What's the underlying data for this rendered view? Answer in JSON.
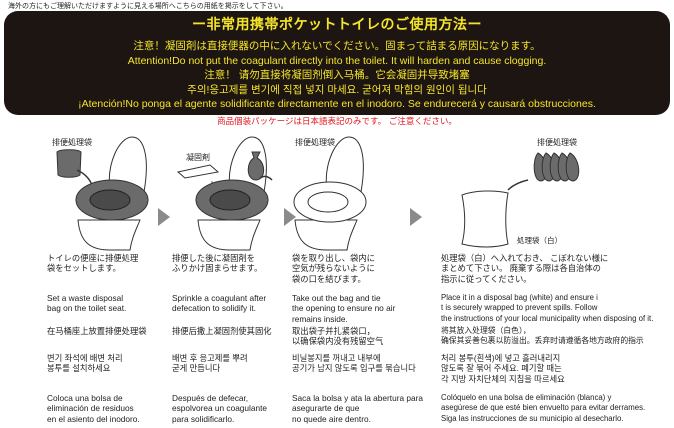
{
  "top_note": "海外の方にもご理解いただけますように見える場所へこちらの用紙を掲示をして下さい。",
  "banner": {
    "title": "ー非常用携帯ポケットトイレのご使用方法ー",
    "warnings": [
      "注意！凝固剤は直接便器の中に入れないでください。固まって詰まる原因になります。",
      "Attention!Do not put the coagulant directly into the toilet. It will harden and cause clogging.",
      "注意！ 请勿直接将凝固剂倒入马桶。它会凝固并导致堵塞",
      "주의!응고제를 변기에 직접 넣지 마세요. 굳어져 막힘의 원인이 됩니다",
      "¡Atención!No ponga el agente solidificante directamente en el inodoro. Se endurecerá y causará obstrucciones."
    ],
    "text_color": "#f5e52a",
    "background": "#1d1512"
  },
  "package_note": "商品個装パッケージは日本語表記のみです。 ご注意ください。",
  "illustration_labels": {
    "step1_bag": "排便処理袋",
    "step2_coagulant": "凝固剤",
    "step3_bag": "排便処理袋",
    "step4_bags": "排便処理袋",
    "step4_white_bag": "処理袋（白）"
  },
  "steps": [
    {
      "ja": [
        "トイレの便座に排便処理",
        "袋をセットします。"
      ],
      "en": [
        "Set a waste disposal",
        "bag on the toilet seat."
      ],
      "zh": [
        "在马桶座上放置排便处理袋"
      ],
      "ko": [
        "변기 좌석에 배변 처리",
        "봉투를 설치하세요"
      ],
      "es": [
        "Coloca una bolsa de",
        "eliminación de residuos",
        "en el asiento del inodoro."
      ]
    },
    {
      "ja": [
        "排便した後に凝固剤を",
        "ふりかけ固まらせます。"
      ],
      "en": [
        "Sprinkle a coagulant after",
        "defecation to solidify it."
      ],
      "zh": [
        "排便后撒上凝固剂使其固化"
      ],
      "ko": [
        "배변 후 응고제를 뿌려",
        "굳게 만듭니다"
      ],
      "es": [
        "Después de defecar,",
        "espolvorea un coagulante",
        "para solidificarlo."
      ]
    },
    {
      "ja": [
        "袋を取り出し、袋内に",
        "空気が残らないように",
        "袋の口を結びます。"
      ],
      "en": [
        "Take out the bag and tie",
        "the opening to ensure no air",
        "remains inside."
      ],
      "zh": [
        "取出袋子并扎紧袋口，",
        "以确保袋内没有残留空气"
      ],
      "ko": [
        "비닐봉지를 꺼내고 내부에",
        "공기가 남지 않도록 입구를 묶습니다"
      ],
      "es": [
        "Saca la bolsa y ata la abertura para",
        "asegurarte de que",
        "no quede aire dentro."
      ]
    },
    {
      "ja": [
        "処理袋（白）へ入れておき、 こぼれない様に",
        "まとめて下さい。 廃棄する際は各自治体の",
        "指示に従ってください。"
      ],
      "en": [
        "Place it in a disposal bag (white) and ensure i",
        "t is securely wrapped to prevent spills. Follow",
        "the instructions of your local municipality when disposing of it."
      ],
      "zh": [
        "将其放入处理袋（白色），",
        "确保其妥善包裹以防溢出。丢弃时请遵循各地方政府的指示"
      ],
      "ko": [
        "처리 봉투(흰색)에 넣고 흘러내리지",
        "않도록 잘 묶어 주세요. 폐기할 때는",
        "각 지방 자치단체의 지침을 따르세요"
      ],
      "es": [
        "Colóquelo en una bolsa de eliminación (blanca) y",
        "asegúrese de que esté bien envuelto para evitar derrames.",
        "Siga las instrucciones de su municipio al desecharlo."
      ]
    }
  ],
  "colors": {
    "accent_red": "#e0141e",
    "bag_gray": "#6b6b6b",
    "arrow_gray": "#8a8a8a"
  }
}
